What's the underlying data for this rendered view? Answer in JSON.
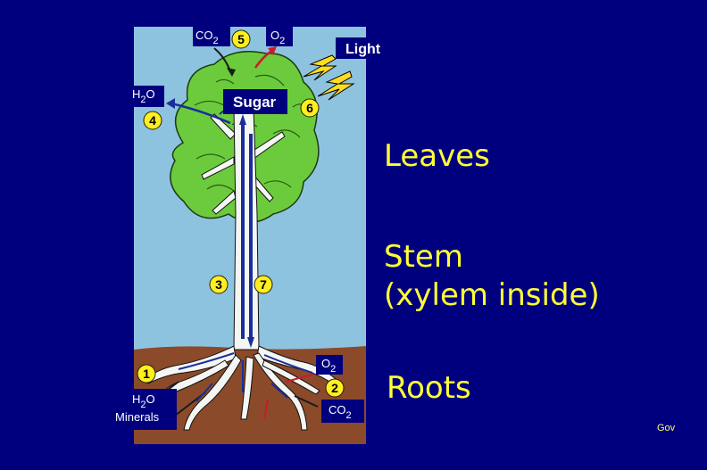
{
  "labels": {
    "co2_top": "CO",
    "co2_top_sub": "2",
    "o2_top": "O",
    "o2_top_sub": "2",
    "light": "Light",
    "h2o_top": "H",
    "h2o_top_sub": "2",
    "h2o_top_end": "O",
    "sugar": "Sugar",
    "h2o_bottom": "H",
    "h2o_bottom_sub": "2",
    "h2o_bottom_end": "O",
    "minerals": "Minerals",
    "o2_bottom": "O",
    "o2_bottom_sub": "2",
    "co2_bottom": "CO",
    "co2_bottom_sub": "2"
  },
  "numbers": {
    "n1": "1",
    "n2": "2",
    "n3": "3",
    "n4": "4",
    "n5": "5",
    "n6": "6",
    "n7": "7"
  },
  "side_labels": {
    "leaves": "Leaves",
    "stem_line1": "Stem",
    "stem_line2": "(xylem inside)",
    "roots": "Roots"
  },
  "credit": "Gov",
  "colors": {
    "background": "#00007f",
    "sky": "#8ec3e0",
    "soil": "#8b4a2a",
    "leaf": "#6ccb3c",
    "trunk": "#f4f6f4",
    "side_label": "#ffff33",
    "number_badge": "#ffee22",
    "flow_arrow": "#1a2e9a",
    "gas_arrow": "#cc1a2a"
  }
}
